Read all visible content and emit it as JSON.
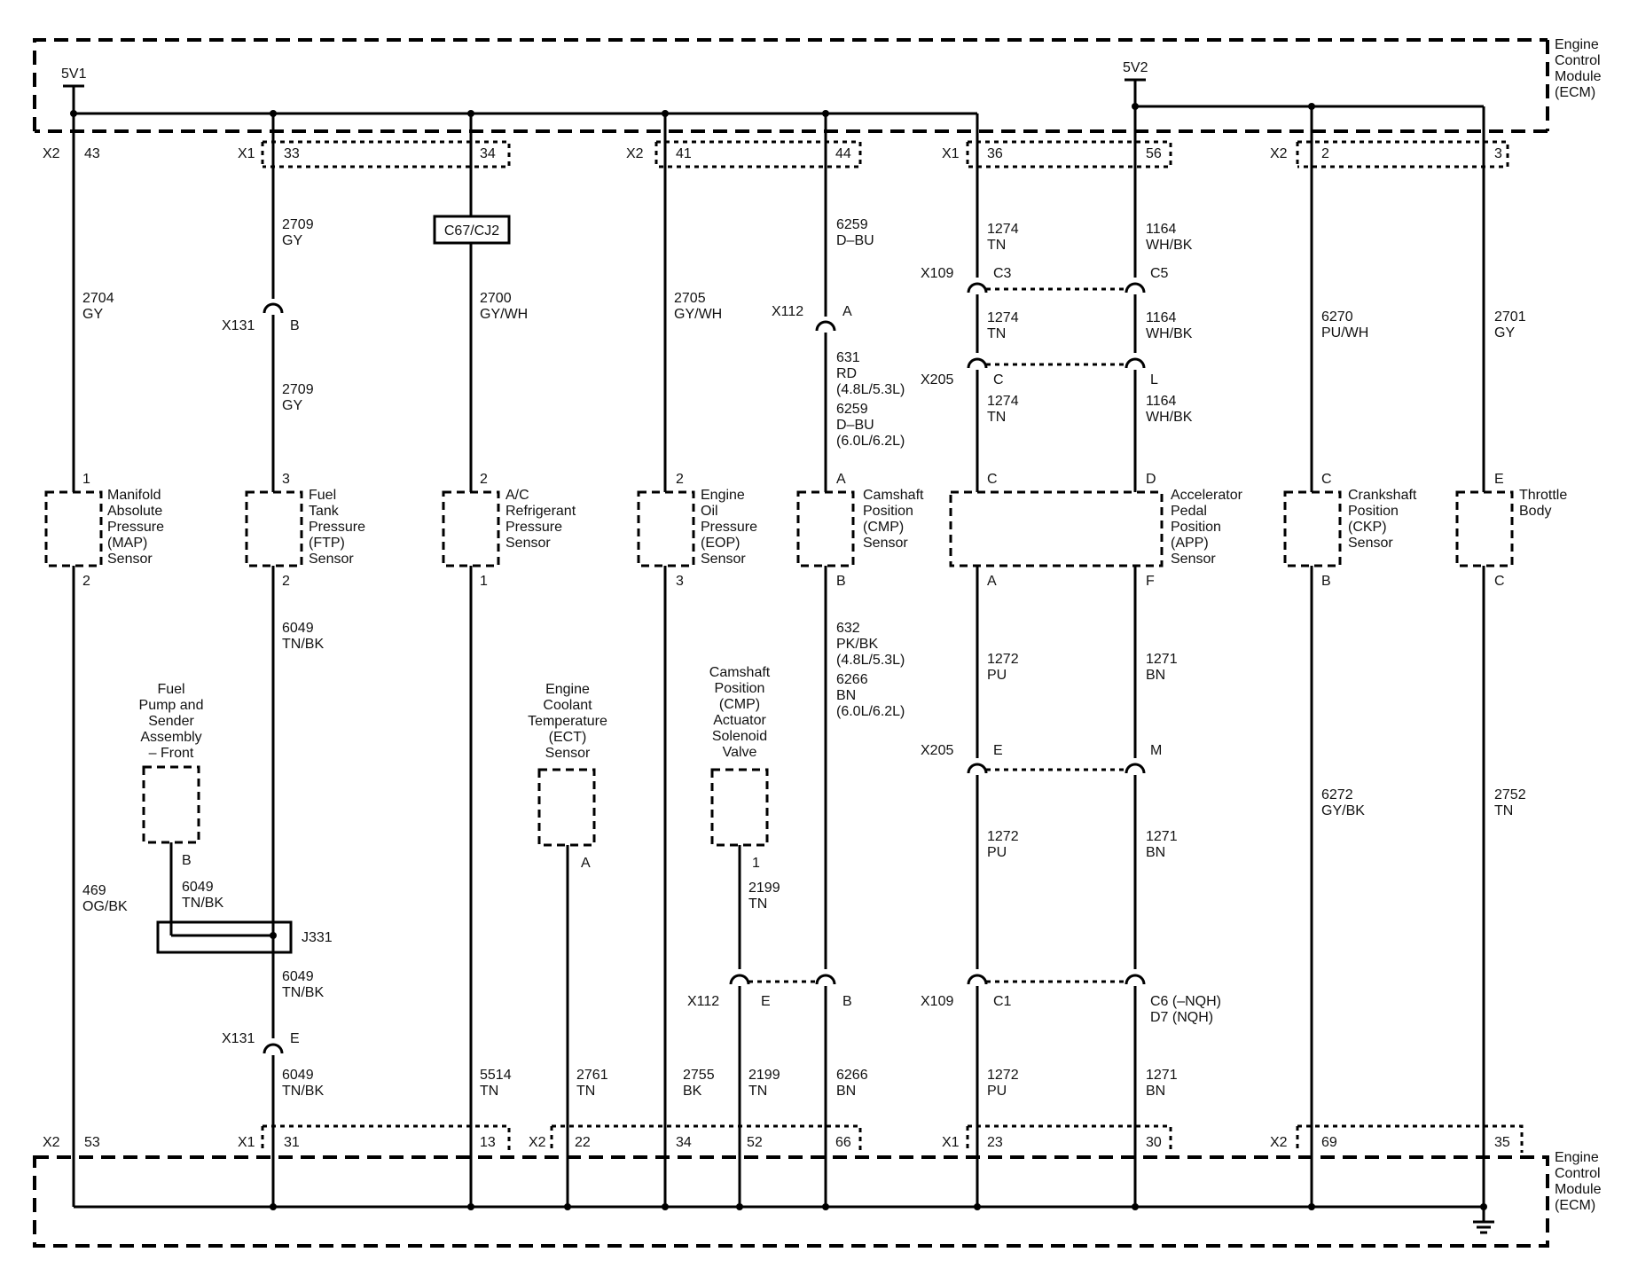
{
  "module": {
    "name": [
      "Engine",
      "Control",
      "Module",
      "(ECM)"
    ]
  },
  "supplies": [
    "5V1",
    "5V2"
  ],
  "connectors_top": [
    {
      "conn": "X2",
      "pin": "43"
    },
    {
      "conn": "X1",
      "pin": "33"
    },
    {
      "conn": "",
      "pin": "34"
    },
    {
      "conn": "X2",
      "pin": "41"
    },
    {
      "conn": "",
      "pin": "44"
    },
    {
      "conn": "X1",
      "pin": "36"
    },
    {
      "conn": "",
      "pin": "56"
    },
    {
      "conn": "X2",
      "pin": "2"
    },
    {
      "conn": "",
      "pin": "3"
    }
  ],
  "connectors_bottom": [
    {
      "conn": "X2",
      "pin": "53"
    },
    {
      "conn": "X1",
      "pin": "31"
    },
    {
      "conn": "",
      "pin": "13"
    },
    {
      "conn": "X2",
      "pin": "22"
    },
    {
      "conn": "",
      "pin": "34"
    },
    {
      "conn": "",
      "pin": "52"
    },
    {
      "conn": "",
      "pin": "66"
    },
    {
      "conn": "X1",
      "pin": "23"
    },
    {
      "conn": "",
      "pin": "30"
    },
    {
      "conn": "X2",
      "pin": "69"
    },
    {
      "conn": "",
      "pin": "35"
    }
  ],
  "sensors": [
    {
      "name": [
        "Manifold",
        "Absolute",
        "Pressure",
        "(MAP)",
        "Sensor"
      ],
      "pin_top": "1",
      "pin_bottom": "2"
    },
    {
      "name": [
        "Fuel",
        "Tank",
        "Pressure",
        "(FTP)",
        "Sensor"
      ],
      "pin_top": "3",
      "pin_bottom": "2"
    },
    {
      "name": [
        "A/C",
        "Refrigerant",
        "Pressure",
        "Sensor"
      ],
      "pin_top": "2",
      "pin_bottom": "1"
    },
    {
      "name": [
        "Engine",
        "Oil",
        "Pressure",
        "(EOP)",
        "Sensor"
      ],
      "pin_top": "2",
      "pin_bottom": "3"
    },
    {
      "name": [
        "Camshaft",
        "Position",
        "(CMP)",
        "Sensor"
      ],
      "pin_top": "A",
      "pin_bottom": "B"
    },
    {
      "name": [
        "Accelerator",
        "Pedal",
        "Position",
        "(APP)",
        "Sensor"
      ],
      "pins_top": [
        "C",
        "D"
      ],
      "pins_bottom": [
        "A",
        "F"
      ]
    },
    {
      "name": [
        "Crankshaft",
        "Position",
        "(CKP)",
        "Sensor"
      ],
      "pin_top": "C",
      "pin_bottom": "B"
    },
    {
      "name": [
        "Throttle",
        "Body"
      ],
      "pin_top": "E",
      "pin_bottom": "C"
    }
  ],
  "components": [
    {
      "name": [
        "Fuel",
        "Pump and",
        "Sender",
        "Assembly",
        "– Front"
      ],
      "pin": "B"
    },
    {
      "name": [
        "Engine",
        "Coolant",
        "Temperature",
        "(ECT)",
        "Sensor"
      ],
      "pin": "A"
    },
    {
      "name": [
        "Camshaft",
        "Position",
        "(CMP)",
        "Actuator",
        "Solenoid",
        "Valve"
      ],
      "pin": "1"
    }
  ],
  "splice": {
    "name": "J331",
    "box_label": "C67/CJ2"
  },
  "inline_connectors": {
    "x131_top": {
      "conn": "X131",
      "pin": "B"
    },
    "x131_bottom": {
      "conn": "X131",
      "pin": "E"
    },
    "x112_top": {
      "conn": "X112",
      "pin": "A"
    },
    "x109_top": {
      "conn": "X109",
      "pins": [
        "C3",
        "C5"
      ]
    },
    "x205_top": {
      "conn": "X205",
      "pins": [
        "C",
        "L"
      ]
    },
    "x205_bottom": {
      "conn": "X205",
      "pins": [
        "E",
        "M"
      ]
    },
    "x112_bottom": {
      "conn": "X112",
      "pins": [
        "E",
        "B"
      ]
    },
    "x109_bottom": {
      "conn": "X109",
      "pins": [
        "C1",
        "C6 (–NQH)",
        "D7 (NQH)"
      ]
    }
  },
  "wires": {
    "map_sig": [
      "2704",
      "GY"
    ],
    "map_low": [
      "469",
      "OG/BK"
    ],
    "ftp_5v_a": [
      "2709",
      "GY"
    ],
    "ftp_5v_b": [
      "2709",
      "GY"
    ],
    "ftp_sig": [
      "6049",
      "TN/BK"
    ],
    "fp_low": [
      "6049",
      "TN/BK"
    ],
    "j331_out": [
      "6049",
      "TN/BK"
    ],
    "ftp_low": [
      "6049",
      "TN/BK"
    ],
    "ac_5v": [
      "2700",
      "GY/WH"
    ],
    "ac_low": [
      "5514",
      "TN"
    ],
    "ect_sig": [
      "2761",
      "TN"
    ],
    "eop_5v": [
      "2705",
      "GY/WH"
    ],
    "eop_low": [
      "2755",
      "BK"
    ],
    "act_a": [
      "2199",
      "TN"
    ],
    "act_b": [
      "2199",
      "TN"
    ],
    "cmp_5v": [
      "6259",
      "D–BU"
    ],
    "cmp_5v_var": [
      "631",
      "RD",
      "(4.8L/5.3L)",
      "6259",
      "D–BU",
      "(6.0L/6.2L)"
    ],
    "cmp_sig_var": [
      "632",
      "PK/BK",
      "(4.8L/5.3L)",
      "6266",
      "BN",
      "(6.0L/6.2L)"
    ],
    "cmp_sig": [
      "6266",
      "BN"
    ],
    "app_c1": [
      "1274",
      "TN"
    ],
    "app_c2": [
      "1274",
      "TN"
    ],
    "app_c3": [
      "1274",
      "TN"
    ],
    "app_d1": [
      "1164",
      "WH/BK"
    ],
    "app_d2": [
      "1164",
      "WH/BK"
    ],
    "app_d3": [
      "1164",
      "WH/BK"
    ],
    "app_a1": [
      "1272",
      "PU"
    ],
    "app_a2": [
      "1272",
      "PU"
    ],
    "app_a3": [
      "1272",
      "PU"
    ],
    "app_f1": [
      "1271",
      "BN"
    ],
    "app_f2": [
      "1271",
      "BN"
    ],
    "app_f3": [
      "1271",
      "BN"
    ],
    "ckp_5v": [
      "6270",
      "PU/WH"
    ],
    "ckp_low": [
      "6272",
      "GY/BK"
    ],
    "tb_5v": [
      "2701",
      "GY"
    ],
    "tb_low": [
      "2752",
      "TN"
    ]
  }
}
